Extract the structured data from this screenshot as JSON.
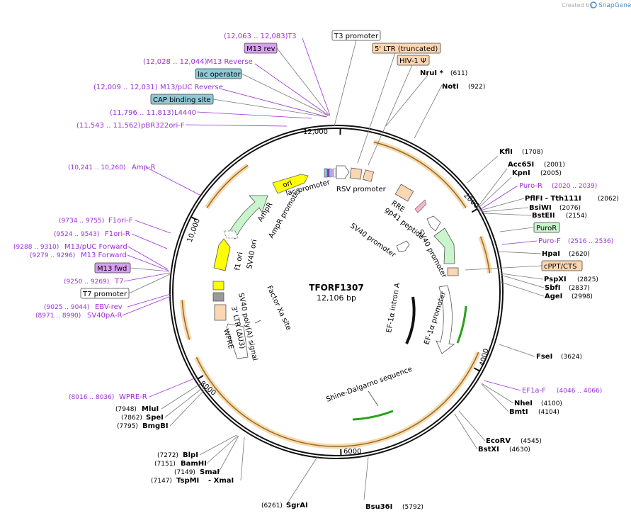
{
  "brand": {
    "created_by": "Created by",
    "name": "SnapGene"
  },
  "plasmid": {
    "name": "TFORF1307",
    "length": "12,106 bp"
  },
  "colors": {
    "primer": "#9b30d9",
    "enzyme": "#111111",
    "orf_arrow": "#f6a623",
    "orf_band": "#f3dbb0",
    "green": "#27a11a"
  },
  "ticks": [
    {
      "label": "12,000"
    },
    {
      "label": "2000"
    },
    {
      "label": "4000"
    },
    {
      "label": "6000"
    },
    {
      "label": "8000"
    },
    {
      "label": "10,000"
    }
  ],
  "top_labels": {
    "t7p": "(12,063 .. 12,083)",
    "t7n": "T3",
    "m13rev": "M13 rev",
    "m13rp": "(12,028 .. 12,044)",
    "m13rn": "M13 Reverse",
    "lacop": "lac operator",
    "pucp": "(12,009 .. 12,031)",
    "pucn": "M13/pUC Reverse",
    "cap": "CAP binding site",
    "l44p": "(11,796 .. 11,813)",
    "l44n": "L4440",
    "pbrp": "(11,543 .. 11,562)",
    "pbrn": "pBR322ori-F",
    "t3prom": "T3 promoter",
    "ltr5": "5' LTR (truncated)",
    "hiv": "HIV-1 Ψ",
    "nrui": "NruI *",
    "nrui_pos": "(611)",
    "noti": "NotI",
    "noti_pos": "(922)"
  },
  "right_labels": {
    "kfli": "KflI",
    "kfli_pos": "(1708)",
    "acc": "Acc65I",
    "acc_pos": "(2001)",
    "kpni": "KpnI",
    "kpni_pos": "(2005)",
    "puror": "Puro-R",
    "puror_pos": "(2020 .. 2039)",
    "pfl": "PflFI - Tth111I",
    "pfl_pos": "(2062)",
    "bsiwi": "BsiWI",
    "bsiwi_pos": "(2076)",
    "bsteii": "BstEII",
    "bsteii_pos": "(2154)",
    "puro_feat": "PuroR",
    "purof": "Puro-F",
    "purof_pos": "(2516 .. 2536)",
    "hpai": "HpaI",
    "hpai_pos": "(2620)",
    "cppt": "cPPT/CTS",
    "pspxi": "PspXI",
    "pspxi_pos": "(2825)",
    "sbfi": "SbfI",
    "sbfi_pos": "(2837)",
    "agei": "AgeI",
    "agei_pos": "(2998)",
    "fsei": "FseI",
    "fsei_pos": "(3624)",
    "ef1af": "EF1a-F",
    "ef1af_pos": "(4046 .. 4066)",
    "nhei": "NheI",
    "nhei_pos": "(4100)",
    "bmti": "BmtI",
    "bmti_pos": "(4104)",
    "ecorv": "EcoRV",
    "ecorv_pos": "(4545)",
    "bstxi": "BstXI",
    "bstxi_pos": "(4630)",
    "bsu36i": "Bsu36I",
    "bsu36i_pos": "(5792)",
    "sgrai": "SgrAI",
    "sgrai_pos": "(6261)"
  },
  "left_labels": {
    "ampr": "Amp-R",
    "ampr_pos": "(10,241 .. 10,260)",
    "f1orif": "F1ori-F",
    "f1orif_pos": "(9734 .. 9755)",
    "f1orir": "F1ori-R",
    "f1orir_pos": "(9524 .. 9543)",
    "m13fwdp": "M13/pUC Forward",
    "m13fwdp_pos": "(9288 .. 9310)",
    "m13f": "M13 Forward",
    "m13f_pos": "(9279 .. 9296)",
    "m13fwd": "M13 fwd",
    "t7": "T7",
    "t7_pos": "(9250 .. 9269)",
    "t7prom": "T7 promoter",
    "ebv": "EBV-rev",
    "ebv_pos": "(9025 .. 9044)",
    "sv40pa": "SV40pA-R",
    "sv40pa_pos": "(8971 .. 8990)",
    "wprer": "WPRE-R",
    "wprer_pos": "(8016 .. 8036)",
    "mlui": "MluI",
    "mlui_pos": "(7948)",
    "spei": "SpeI",
    "spei_pos": "(7862)",
    "bmgbi": "BmgBI",
    "bmgbi_pos": "(7795)",
    "blpi": "BlpI",
    "blpi_pos": "(7272)",
    "bamhi": "BamHI",
    "bamhi_pos": "(7151)",
    "smai": "SmaI",
    "smai_pos": "(7149)",
    "tspmi": "TspMI",
    "xmai": "- XmaI",
    "tspmi_pos": "(7147)"
  },
  "inner_labels": {
    "ori": "ori",
    "lacprom": "lac promoter",
    "rsv": "RSV promoter",
    "rre": "RRE",
    "gp41": "gp41 peptide",
    "sv40p1": "SV40 promoter",
    "sv40p2": "SV40 promoter",
    "ampr": "AmpR",
    "ampr_prom": "AmpR promoter",
    "f1ori": "f1 ori",
    "sv40ori": "SV40 ori",
    "factorxa": "Factor Xa site",
    "sv40polya": "SV40 poly(A) signal",
    "ltr3": "3' LTR (ΔU3)",
    "wpre": "WPRE",
    "ef1intron": "EF-1α intron A",
    "ef1prom": "EF-1α promoter",
    "shine": "Shine-Dalgarno sequence"
  }
}
